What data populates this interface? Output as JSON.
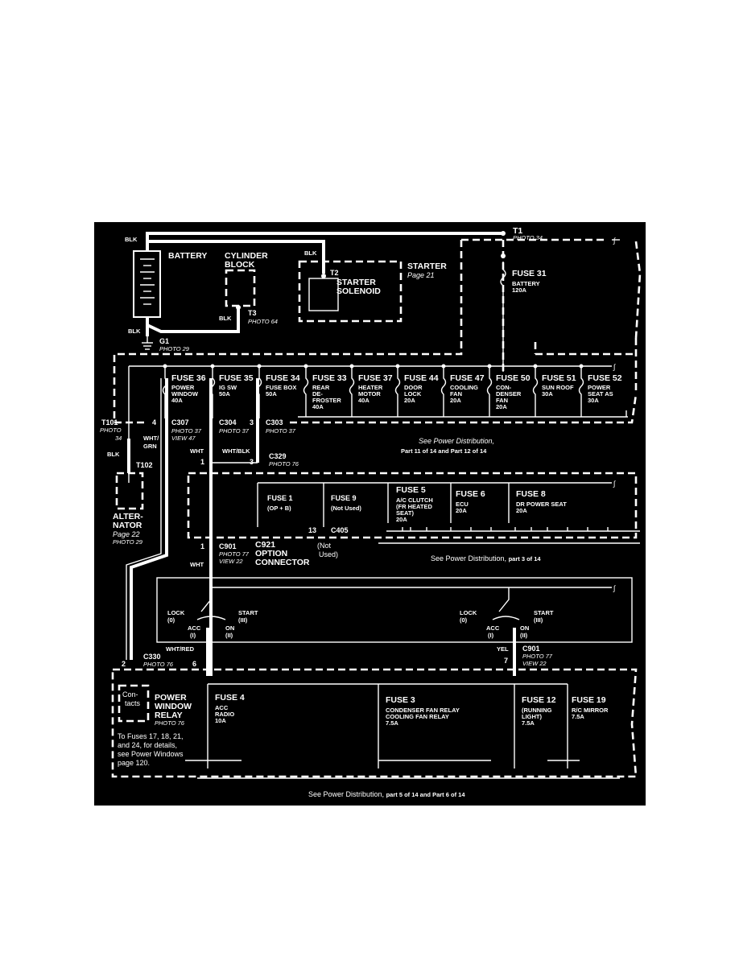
{
  "colors": {
    "background": "#000000",
    "ink": "#ffffff",
    "page": "#ffffff"
  },
  "labels": {
    "blk1": "BLK",
    "blk2": "BLK",
    "blk3": "BLK",
    "blk4": "BLK",
    "blk5": "BLK",
    "battery": "BATTERY",
    "cyl1": "CYLINDER",
    "cyl2": "BLOCK",
    "t1": "T1",
    "t1_photo": "PHOTO 34",
    "t2": "T2",
    "starter_sol1": "STARTER",
    "starter_sol2": "SOLENOID",
    "starter": "STARTER",
    "starter_page": "Page 21",
    "t3": "T3",
    "t3_photo": "PHOTO 64",
    "g1": "G1",
    "g1_photo": "PHOTO 29",
    "fuse31": "FUSE 31",
    "fuse31_n": "BATTERY",
    "fuse31_a": "120A",
    "t101": "T101",
    "t101_photo": "PHOTO",
    "t101_photo2": "34",
    "c307_pin": "4",
    "c307": "C307",
    "c307_photo": "PHOTO 37",
    "c307_view": "VIEW 47",
    "c304": "C304",
    "c304_photo": "PHOTO 37",
    "c304_pin": "3",
    "c303": "C303",
    "c303_photo": "PHOTO 37",
    "wht1": "WHT",
    "whtgrn1": "WHT/",
    "whtgrn2": "GRN",
    "whtblk": "WHT/BLK",
    "c329_pin": "3",
    "c329": "C329",
    "c329_photo": "PHOTO 76",
    "c304_pin1": "1",
    "t102": "T102",
    "alt1": "ALTER-",
    "alt2": "NATOR",
    "alt_page": "Page 22",
    "alt_photo": "PHOTO 29",
    "pd_11_12a": "See Power Distribution,",
    "pd_11_12b": "Part 11 of 14 and Part 12 of 14",
    "fuse1": "FUSE 1",
    "fuse1_n": "(OP + B)",
    "fuse9": "FUSE 9",
    "fuse9_n": "(Not Used)",
    "fuse5": "FUSE 5",
    "fuse5_n1": "A/C CLUTCH",
    "fuse5_n2": "(FR HEATED",
    "fuse5_n3": "SEAT)",
    "fuse5_a": "20A",
    "fuse6": "FUSE 6",
    "fuse6_n": "ECU",
    "fuse6_a": "20A",
    "fuse8": "FUSE 8",
    "fuse8_n": "DR POWER SEAT",
    "fuse8_a": "20A",
    "c405_pin": "13",
    "c405": "C405",
    "c405_n1": "(Not",
    "c405_n2": "Used)",
    "c901a_pin": "1",
    "c901a": "C901",
    "c901a_photo": "PHOTO 77",
    "c901a_view": "VIEW 22",
    "c921": "C921",
    "c921_n1": "OPTION",
    "c921_n2": "CONNECTOR",
    "wht2": "WHT",
    "pd_3": "See Power Distribution,",
    "pd_3b": "part 3 of 14",
    "lock1": "LOCK",
    "lock1_n": "(0)",
    "start1": "START",
    "start1_n": "(III)",
    "acc1": "ACC",
    "acc1_n": "(I)",
    "on1": "ON",
    "on1_n": "(II)",
    "lock2": "LOCK",
    "lock2_n": "(0)",
    "start2": "START",
    "start2_n": "(III)",
    "acc2": "ACC",
    "acc2_n": "(I)",
    "on2": "ON",
    "on2_n": "(II)",
    "whtred": "WHT/RED",
    "yel": "YEL",
    "c901b": "C901",
    "c901b_photo": "PHOTO 77",
    "c901b_view": "VIEW 22",
    "c901b_pin": "7",
    "c330_pin": "2",
    "c330": "C330",
    "c330_photo": "PHOTO 76",
    "c330_pin6": "6",
    "pwr1": "POWER",
    "pwr2": "WINDOW",
    "pwr3": "RELAY",
    "pwr_photo": "PHOTO 76",
    "contacts1": "Con-",
    "contacts2": "tacts",
    "note1": "To Fuses 17, 18, 21,",
    "note2": "and 24, for details,",
    "note3": "see Power Windows",
    "note4": "page 120.",
    "fuse4": "FUSE 4",
    "fuse4_n1": "ACC",
    "fuse4_n2": "RADIO",
    "fuse4_a": "10A",
    "fuse3": "FUSE 3",
    "fuse3_n1": "CONDENSER FAN RELAY",
    "fuse3_n2": "COOLING FAN RELAY",
    "fuse3_a": "7.5A",
    "fuse12": "FUSE 12",
    "fuse12_n1": "(RUNNING",
    "fuse12_n2": "LIGHT)",
    "fuse12_a": "7.5A",
    "fuse19": "FUSE 19",
    "fuse19_n": "R/C MIRROR",
    "fuse19_a": "7.5A",
    "pd_5_6a": "See Power Distribution,",
    "pd_5_6b": "part 5 of 14 and Part 6 of 14"
  },
  "fuse_row": [
    {
      "name": "FUSE 36",
      "l1": "POWER",
      "l2": "WINDOW",
      "l3": "40A",
      "l4": ""
    },
    {
      "name": "FUSE 35",
      "l1": "IG SW",
      "l2": "50A",
      "l3": "",
      "l4": ""
    },
    {
      "name": "FUSE 34",
      "l1": "FUSE BOX",
      "l2": "50A",
      "l3": "",
      "l4": ""
    },
    {
      "name": "FUSE 33",
      "l1": "REAR",
      "l2": "DE-",
      "l3": "FROSTER",
      "l4": "40A"
    },
    {
      "name": "FUSE 37",
      "l1": "HEATER",
      "l2": "MOTOR",
      "l3": "40A",
      "l4": ""
    },
    {
      "name": "FUSE 44",
      "l1": "DOOR",
      "l2": "LOCK",
      "l3": "20A",
      "l4": ""
    },
    {
      "name": "FUSE 47",
      "l1": "COOLING",
      "l2": "FAN",
      "l3": "20A",
      "l4": ""
    },
    {
      "name": "FUSE 50",
      "l1": "CON-",
      "l2": "DENSER",
      "l3": "FAN",
      "l4": "20A"
    },
    {
      "name": "FUSE 51",
      "l1": "SUN ROOF",
      "l2": "30A",
      "l3": "",
      "l4": ""
    },
    {
      "name": "FUSE 52",
      "l1": "POWER",
      "l2": "SEAT AS",
      "l3": "30A",
      "l4": ""
    }
  ]
}
